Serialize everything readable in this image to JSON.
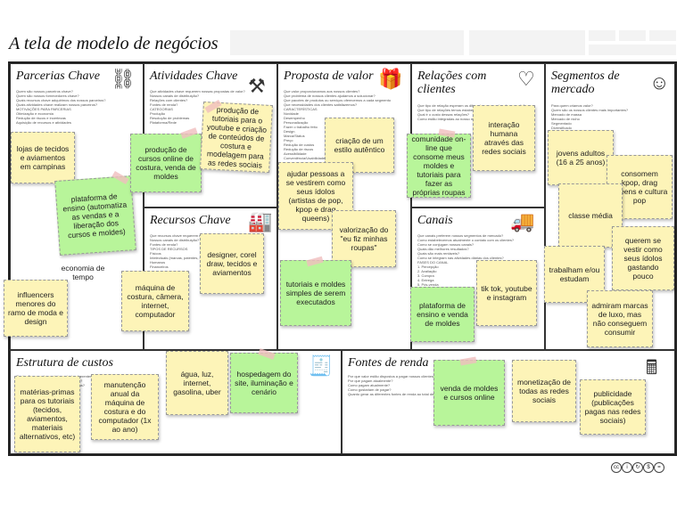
{
  "title": "A tela de modelo de negócios",
  "blocks": {
    "partners": {
      "title": "Parcerias Chave",
      "icon": "chain-icon",
      "questions": [
        "Quem são nossos parceiros chave?",
        "Quem são nossos fornecedores chave?",
        "Quais recursos chave adquirimos dos nossos parceiros?",
        "Quais atividades chave realizam nossos parceiros?",
        "MOTIVAÇÕES PARA PARCERIAS",
        "Otimização e economia",
        "Redução de riscos e incertezas",
        "Aquisição de recursos e atividades"
      ]
    },
    "activities": {
      "title": "Atividades Chave",
      "icon": "worker-icon",
      "questions": [
        "Que atividades chave requerem nossas propostas de valor?",
        "Nossos canais de distribuição?",
        "Relações com clientes?",
        "Fontes de renda?",
        "CATEGORIAS",
        "Produção",
        "Resolução de problemas",
        "Plataforma/Rede"
      ]
    },
    "value": {
      "title": "Proposta de valor",
      "icon": "gift-icon",
      "questions": [
        "Que valor proporcionamos aos nossos clientes?",
        "Que problema de nossos clientes ajudamos a solucionar?",
        "Que pacotes de produtos ou serviços oferecemos a cada segmento de mercado?",
        "Que necessidades dos clientes satisfazemos?",
        "CARACTERÍSTICAS",
        "Novidade",
        "Desempenho",
        "Personalização",
        "Fazer o trabalho feito",
        "Design",
        "Marca/Status",
        "Preço",
        "Redução de custos",
        "Redução de riscos",
        "Acessibilidade",
        "Conveniência/Usabilidade"
      ]
    },
    "relations": {
      "title": "Relações com clientes",
      "icon": "heart-icon",
      "questions": [
        "Que tipo de relação esperam os diferentes segmentos de mercado?",
        "Que tipo de relações temos estabelecido?",
        "Qual é o custo dessas relações?",
        "Como estão integradas ao nosso modelo de negócios?"
      ]
    },
    "segments": {
      "title": "Segmentos de mercado",
      "icon": "person-icon",
      "questions": [
        "Para quem criamos valor?",
        "Quem são os nossos clientes mais importantes?",
        "Mercado de massa",
        "Mercado de nicho",
        "Segmentado",
        "Diversificado",
        "Plataforma multilateral"
      ]
    },
    "resources": {
      "title": "Recursos Chave",
      "icon": "factory-icon",
      "questions": [
        "Que recursos chave requerem nossas propostas de valor?",
        "Nossos canais de distribuição? Relações com clientes?",
        "Fontes de renda?",
        "TIPOS DE RECURSOS",
        "Físicos",
        "Intelectuais (marcas, patentes, copyrights, dados)",
        "Humanos",
        "Financeiros"
      ]
    },
    "channels": {
      "title": "Canais",
      "icon": "truck-icon",
      "questions": [
        "Que canais preferem nossos segmentos de mercado?",
        "Como estabelecemos atualmente o contato com os clientes?",
        "Como se conjugam nossos canais?",
        "Quais dão melhores resultados?",
        "Quais são mais rentáveis?",
        "Como se integram nas atividades diárias dos clientes?",
        "FASES DO CANAL",
        "1. Percepção",
        "2. Avaliação",
        "3. Compra",
        "4. Entrega",
        "5. Pós-venda"
      ]
    },
    "costs": {
      "title": "Estrutura de custos",
      "icon": "receipt-icon",
      "questions": [
        "Quais são os custos mais importantes inerentes a nosso modelo de negócios?",
        "Quais recursos chave são os mais caros?",
        "Quais atividades chave são as mais caras?"
      ]
    },
    "revenue": {
      "title": "Fontes de renda",
      "icon": "cash-register-icon",
      "questions": [
        "Por que valor estão dispostos a pagar nossos clientes?",
        "Por que pagam atualmente?",
        "Como pagam atualmente?",
        "Como gostariam de pagar?",
        "Quanto gerar as diferentes fontes de renda ao total de receitas?"
      ]
    }
  },
  "notes": {
    "lojas": "lojas de tecidos e aviamentos em campinas",
    "plataforma_ensino": "plataforma de ensino (automatiza as vendas e a liberação dos cursos e moldes)",
    "economia": "economia de tempo",
    "influencers": "influencers menores do ramo de moda e design",
    "producao_cursos": "produção de cursos online de costura, venda de moldes",
    "producao_tutoriais": "produção de tutoriais para o youtube e criação de conteúdos de costura e modelagem para as redes sociais",
    "designer": "designer, corel draw, tecidos e aviamentos",
    "maquina": "máquina de costura, câmera, internet, computador",
    "criacao_estilo": "criação de um estilo autêntico",
    "ajudar_pessoas": "ajudar pessoas a se vestirem como seus ídolos (artistas de pop, kpop e drag queens)",
    "valorizacao": "valorização do \"eu fiz minhas roupas\"",
    "tutoriais_moldes": "tutoriais e moldes simples de serem executados",
    "comunidade": "comunidade on-line que consome meus moldes e tutoriais para fazer as próprias roupas",
    "interacao": "interação humana através das redes sociais",
    "tiktok": "tik tok, youtube e instagram",
    "plataforma_venda": "plataforma de ensino e venda de moldes",
    "jovens": "jovens adultos (16 a 25 anos)",
    "consomem_kpop": "consomem kpop, drag queens e cultura pop",
    "classe_media": "classe média",
    "querem_vestir": "querem se vestir como seus ídolos gastando pouco",
    "trabalham": "trabalham e/ou estudam",
    "admiram": "admiram marcas de luxo, mas não conseguem consumir",
    "materias_primas": "matérias-primas para os tutoriais (tecidos, aviamentos, materiais alternativos, etc)",
    "manutencao": "manutenção anual da máquina de costura e do computador (1x ao ano)",
    "agua": "água, luz, internet, gasolina, uber",
    "hospedagem": "hospedagem do site, iluminação e cenário",
    "venda_moldes": "venda de moldes e cursos online",
    "monetizacao": "monetização de todas as redes sociais",
    "publicidade": "publicidade (publicações pagas nas redes sociais)"
  },
  "license_icons": [
    "cc-icon",
    "by-icon",
    "sa-icon",
    "nc-icon",
    "nd-icon"
  ]
}
